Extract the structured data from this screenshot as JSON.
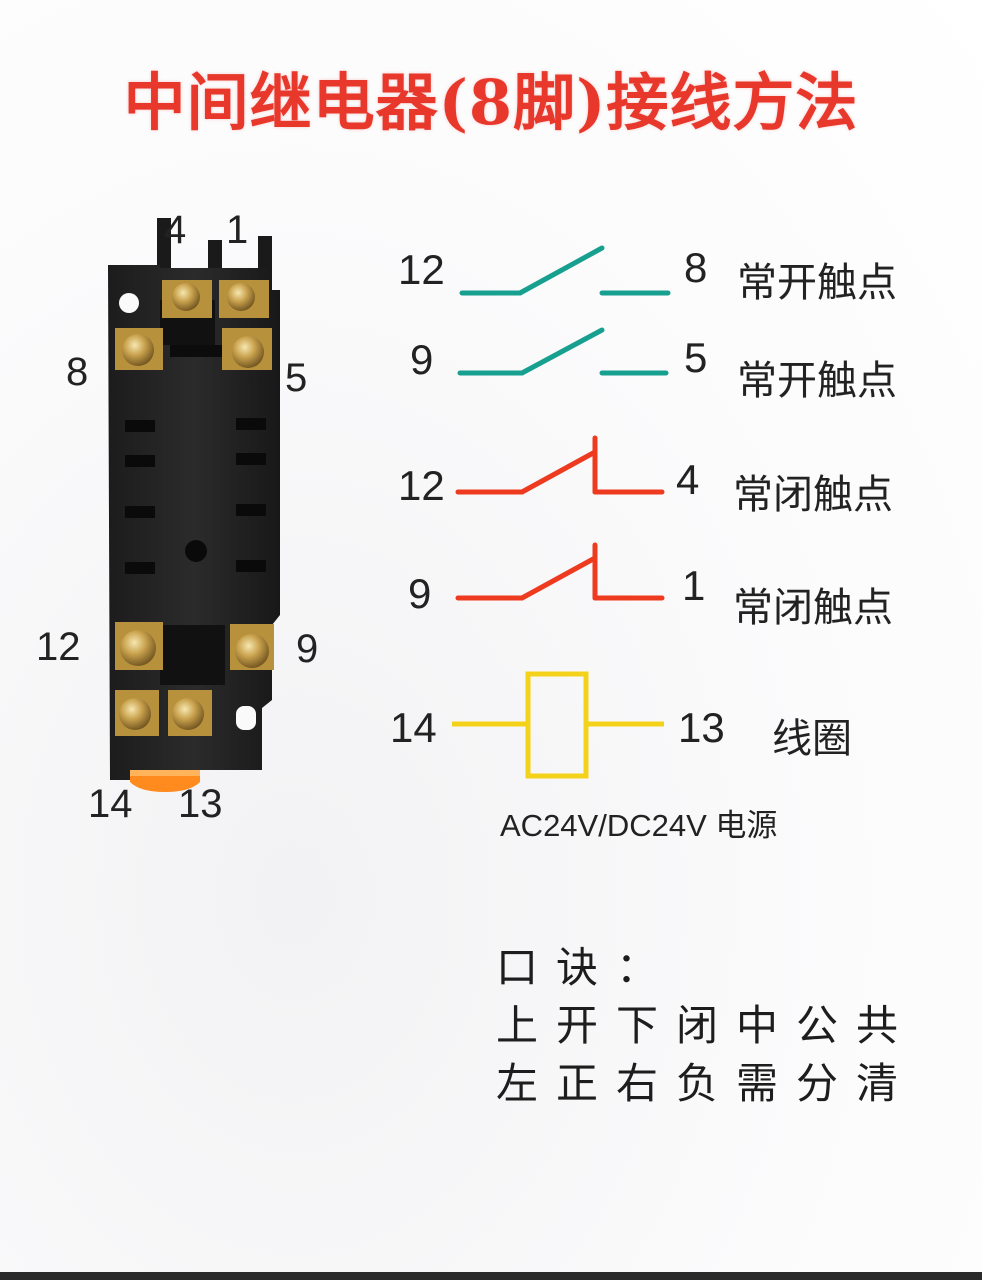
{
  "title": "中间继电器(8脚)接线方法",
  "socket": {
    "pin_labels": [
      "4",
      "1",
      "8",
      "5",
      "12",
      "9",
      "14",
      "13"
    ]
  },
  "contacts": [
    {
      "left": "12",
      "right": "8",
      "name": "常开触点",
      "type": "normally-open",
      "color": "#17a08f"
    },
    {
      "left": "9",
      "right": "5",
      "name": "常开触点",
      "type": "normally-open",
      "color": "#17a08f"
    },
    {
      "left": "12",
      "right": "4",
      "name": "常闭触点",
      "type": "normally-closed",
      "color": "#ee3a1f"
    },
    {
      "left": "9",
      "right": "1",
      "name": "常闭触点",
      "type": "normally-closed",
      "color": "#ee3a1f"
    }
  ],
  "coil": {
    "left": "14",
    "right": "13",
    "name": "线圈",
    "power": "AC24V/DC24V 电源",
    "color": "#f5d21a"
  },
  "mnemonic": {
    "heading": "口诀：",
    "line1": "上开下闭中公共",
    "line2": "左正右负需分清"
  }
}
